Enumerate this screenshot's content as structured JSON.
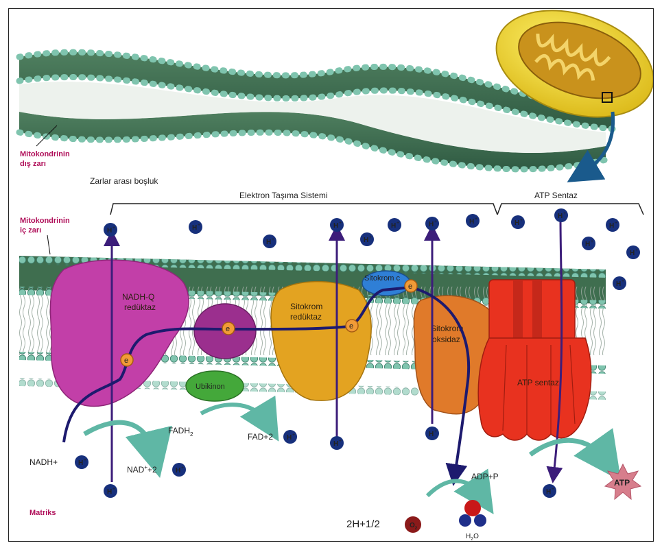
{
  "labels": {
    "outer_membrane": [
      "Mitokondrinin",
      "dış zarı"
    ],
    "inner_membrane": [
      "Mitokondrinin",
      "iç zarı"
    ],
    "intermembrane_space": "Zarlar arası boşluk",
    "matrix": "Matriks",
    "ets_bracket": "Elektron Taşıma Sistemi",
    "atp_synthase_bracket": "ATP Sentaz"
  },
  "proteins": {
    "nadh_q": [
      "NADH-Q",
      "redüktaz"
    ],
    "ubikinon": "Ubikinon",
    "sitokrom_reduktaz": [
      "Sitokrom",
      "redüktaz"
    ],
    "sitokrom_c": "Sitokrom c",
    "sitokrom_oksidaz": [
      "Sitokrom",
      "oksidaz"
    ],
    "atp_sentaz": "ATP sentaz"
  },
  "reactions": {
    "nadh": "NADH+",
    "nad": "NAD",
    "nad_sup": "+",
    "nad_coef": "+2",
    "fadh": "FADH",
    "fadh_sub": "2",
    "fad": "FAD+2",
    "adp": "ADP+P",
    "atp": "ATP",
    "oxygen_prefix": "2H+1/2",
    "oxygen_symbol": "O",
    "oxygen_sub": "2",
    "water_h": "H",
    "water_sub": "2",
    "water_o": "O"
  },
  "symbols": {
    "proton": "H",
    "proton_charge": "+",
    "electron": "e"
  },
  "colors": {
    "membrane": "#3f6e4f",
    "lipid_head": "#7fc4ae",
    "nadh_q": "#c23fa8",
    "ubikinon": "#44a83a",
    "sitokrom_reduktaz": "#e3a321",
    "sitokrom_c": "#2f7fd6",
    "sitokrom_oksidaz": "#e07a2a",
    "atp_sentaz": "#e8321f",
    "proton": "#17307c",
    "pathway": "#1d1a6e",
    "arrow_teal": "#5fb7a5",
    "label_magenta": "#b0105a"
  }
}
